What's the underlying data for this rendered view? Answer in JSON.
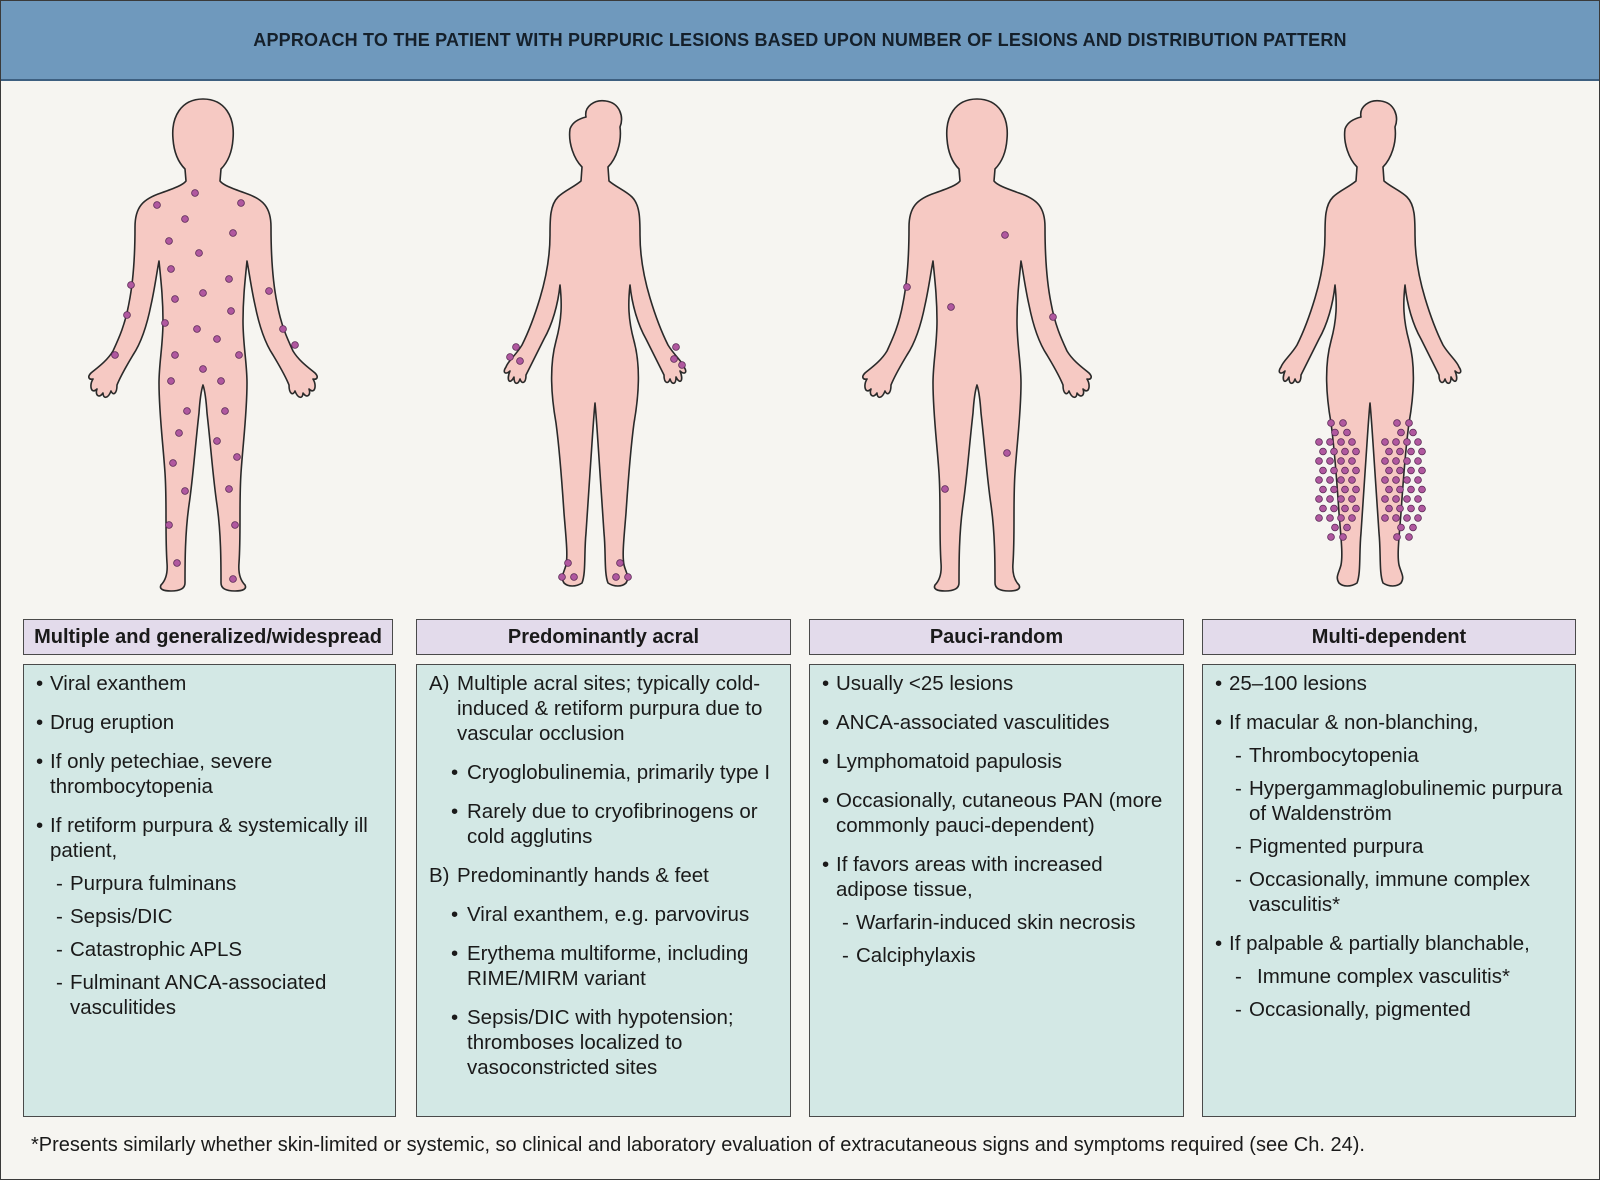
{
  "title": "APPROACH TO THE PATIENT WITH PURPURIC LESIONS BASED UPON NUMBER OF LESIONS AND DISTRIBUTION PATTERN",
  "colors": {
    "banner": "#6f99bd",
    "skin": "#f6c9c3",
    "lesion": "#b0589f",
    "header_bg": "#e3dbeb",
    "box_bg": "#d3e8e5"
  },
  "columns": [
    {
      "header": "Multiple and generalized/widespread",
      "items": [
        {
          "mark": "•",
          "text": "Viral exanthem"
        },
        {
          "mark": "•",
          "text": "Drug eruption"
        },
        {
          "mark": "•",
          "text": "If only petechiae, severe thrombocytopenia"
        },
        {
          "mark": "•",
          "text": "If retiform purpura & systemically ill patient,"
        },
        {
          "mark": "-",
          "text": "Purpura fulminans"
        },
        {
          "mark": "-",
          "text": "Sepsis/DIC"
        },
        {
          "mark": "-",
          "text": "Catastrophic APLS"
        },
        {
          "mark": "-",
          "text": "Fulminant ANCA-associated vasculitides"
        }
      ]
    },
    {
      "header": "Predominantly acral",
      "items": [
        {
          "mark": "A)",
          "text": "Multiple acral sites; typically cold-induced & retiform purpura due to vascular occlusion"
        },
        {
          "mark": "•",
          "text": "Cryoglobulinemia, primarily type I"
        },
        {
          "mark": "•",
          "text": "Rarely due to cryofibrinogens or cold agglutins"
        },
        {
          "mark": "B)",
          "text": "Predominantly hands & feet"
        },
        {
          "mark": "•",
          "text": "Viral exanthem, e.g. parvovirus"
        },
        {
          "mark": "•",
          "text": "Erythema multiforme, including RIME/MIRM variant"
        },
        {
          "mark": "•",
          "text": "Sepsis/DIC with hypotension; thromboses localized to vasoconstricted sites"
        }
      ]
    },
    {
      "header": "Pauci-random",
      "items": [
        {
          "mark": "•",
          "text": "Usually <25 lesions"
        },
        {
          "mark": "•",
          "text": "ANCA-associated vasculitides"
        },
        {
          "mark": "•",
          "text": "Lymphomatoid papulosis"
        },
        {
          "mark": "•",
          "text": "Occasionally, cutaneous PAN (more commonly pauci-dependent)"
        },
        {
          "mark": "•",
          "text": "If favors areas with increased adipose tissue,"
        },
        {
          "mark": "-",
          "text": "Warfarin-induced skin necrosis"
        },
        {
          "mark": "-",
          "text": "Calciphylaxis"
        }
      ]
    },
    {
      "header": "Multi-dependent",
      "items": [
        {
          "mark": "•",
          "text": "25–100 lesions"
        },
        {
          "mark": "•",
          "text": "If macular & non-blanching,"
        },
        {
          "mark": "-",
          "text": "Thrombocytopenia"
        },
        {
          "mark": "-",
          "text": "Hypergammaglobulinemic purpura of Waldenström"
        },
        {
          "mark": "-",
          "text": "Pigmented purpura"
        },
        {
          "mark": "-",
          "text": "Occasionally, immune complex vasculitis*"
        },
        {
          "mark": "•",
          "text": "If palpable & partially blanchable,"
        },
        {
          "mark": "-",
          "text": "Immune complex vasculitis*"
        },
        {
          "mark": "-",
          "text": "Occasionally, pigmented"
        }
      ]
    }
  ],
  "footnote": "*Presents similarly whether skin-limited or systemic, so clinical and laboratory evaluation of extracutaneous signs and symptoms required (see Ch. 24)."
}
